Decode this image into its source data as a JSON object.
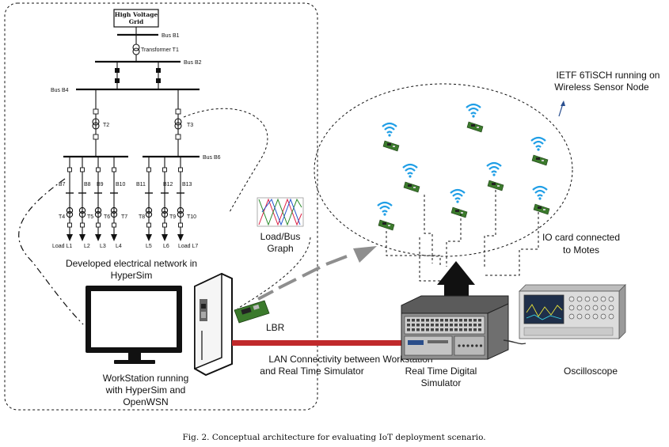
{
  "caption": "Fig. 2.  Conceptual architecture for evaluating IoT deployment scenario.",
  "grid": {
    "label_line1": "High Voltage",
    "label_line2": "Grid"
  },
  "buses": {
    "b1": "Bus B1",
    "b2": "Bus B2",
    "b4": "Bus B4",
    "b6": "Bus B6",
    "b7": "B7",
    "b8": "B8",
    "b9": "B9",
    "b10": "B10",
    "b11": "B11",
    "b12": "B12",
    "b13": "B13"
  },
  "transformers": {
    "t1": "Transformer T1",
    "t2": "T2",
    "t3": "T3",
    "t4": "T4",
    "t5": "T5",
    "t6": "T6",
    "t7": "T7",
    "t8": "T8",
    "t9": "T9",
    "t10": "T10"
  },
  "loads": {
    "l1": "Load L1",
    "l2": "L2",
    "l3": "L3",
    "l4": "L4",
    "l5": "L5",
    "l6": "L6",
    "l7": "Load L7"
  },
  "labels": {
    "network_line1": "Developed electrical network in",
    "network_line2": "HyperSim",
    "workstation_line1": "WorkStation running",
    "workstation_line2": "with HyperSim and",
    "workstation_line3": "OpenWSN",
    "graph_line1": "Load/Bus",
    "graph_line2": "Graph",
    "lbr": "LBR",
    "lan_line1": "LAN Connectivity between Workstation",
    "lan_line2": "and Real Time Simulator",
    "rtds_line1": "Real Time Digital",
    "rtds_line2": "Simulator",
    "oscilloscope": "Oscilloscope",
    "io_line1": "IO card connected",
    "io_line2": "to Motes",
    "ietf_line1": "IETF 6TiSCH running on",
    "ietf_line2": "Wireless Sensor Node"
  },
  "colors": {
    "wifi": "#1f9ee6",
    "lan_cable": "#c0292b",
    "board": "#3b7a2c",
    "arrow_gray": "#8e8e8e"
  }
}
